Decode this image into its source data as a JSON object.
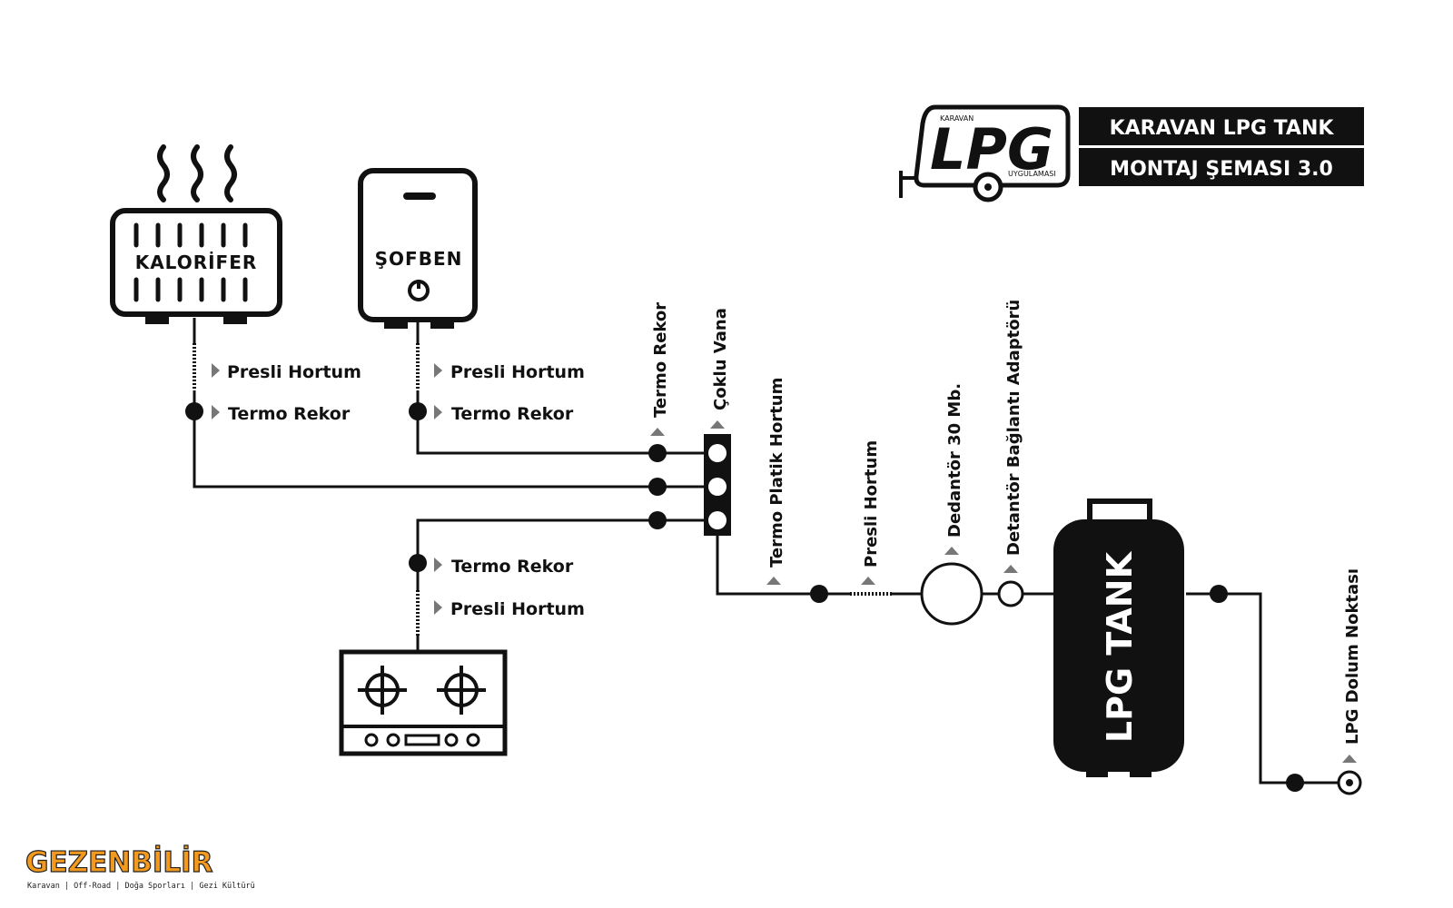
{
  "title": {
    "line1": "KARAVAN LPG TANK",
    "line2": "MONTAJ ŞEMASI 3.0"
  },
  "logo": {
    "top": "KARAVAN",
    "main": "LPG",
    "bottom": "UYGULAMASI",
    "icon": "caravan-trailer-icon"
  },
  "appliances": {
    "heater": "KALORİFER",
    "water_heater": "ŞOFBEN",
    "stove_icon": "gas-stove-icon"
  },
  "labels": {
    "heater_hose": "Presli Hortum",
    "heater_fitting": "Termo Rekor",
    "water_heater_hose": "Presli Hortum",
    "water_heater_fitting": "Termo Rekor",
    "stove_fitting": "Termo Rekor",
    "stove_hose": "Presli Hortum",
    "manifold_fitting": "Termo Rekor",
    "manifold_valve": "Çoklu Vana",
    "flex_hose": "Termo Platik Hortum",
    "pressed_hose": "Presli Hortum",
    "regulator": "Dedantör 30 Mb.",
    "regulator_adapter": "Detantör Bağlantı Adaptörü",
    "fill_point": "LPG Dolum Noktası"
  },
  "tank": {
    "label": "LPG TANK"
  },
  "brand": {
    "name": "GEZENBİLİR",
    "tagline": "Karavan | Off-Road | Doğa Sporları | Gezi Kültürü"
  },
  "colors": {
    "ink": "#111111",
    "marker": "#777777",
    "brand_orange": "#f39a1e"
  }
}
